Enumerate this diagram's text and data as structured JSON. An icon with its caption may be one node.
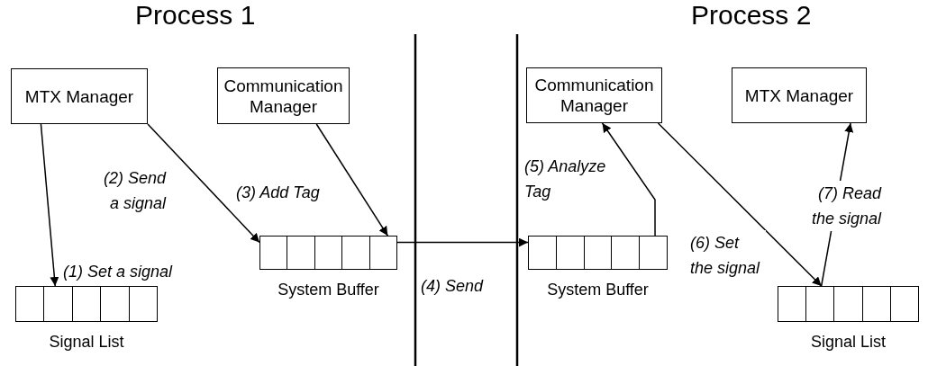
{
  "diagram": {
    "nodes": [
      {
        "text": [
          "MTX Manager"
        ]
      },
      {
        "text": [
          "Communication Manager"
        ]
      },
      {
        "text": [
          "Signal List"
        ]
      },
      {
        "text": [
          "System Buffer"
        ]
      },
      {
        "text": [
          "System Buffer"
        ]
      },
      {
        "text": [
          "Communication Manager"
        ]
      },
      {
        "text": [
          "MTX Manager"
        ]
      },
      {
        "text": [
          "Signal List"
        ]
      }
    ],
    "edges": [
      {
        "from": 0,
        "to": 2,
        "arrow": "to",
        "label": "(1) Set a signal"
      },
      {
        "from": 0,
        "to": 3,
        "arrow": "to",
        "label": "(2) Send a signal"
      },
      {
        "from": 1,
        "to": 3,
        "arrow": "to",
        "label": "(3) Add Tag"
      },
      {
        "from": 3,
        "to": 4,
        "arrow": "to",
        "label": "(4) Send"
      },
      {
        "from": 4,
        "to": 5,
        "arrow": "to",
        "label": "(5) Analyze Tag"
      },
      {
        "from": 5,
        "to": 7,
        "arrow": "to",
        "label": "(6) Set the signal"
      },
      {
        "from": 7,
        "to": 6,
        "arrow": "to",
        "label": "(7) Read the signal"
      }
    ],
    "labels": [
      "Process 1",
      "Process 2"
    ]
  }
}
